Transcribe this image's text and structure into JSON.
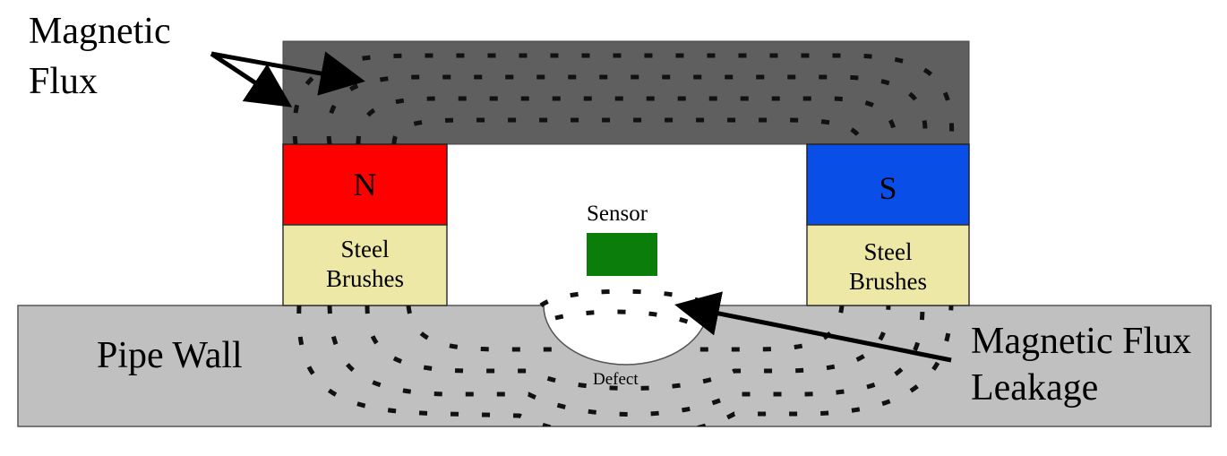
{
  "labels": {
    "magnetic_flux_line1": "Magnetic",
    "magnetic_flux_line2": "Flux",
    "pole_n": "N",
    "pole_s": "S",
    "brush_left_line1": "Steel",
    "brush_left_line2": "Brushes",
    "brush_right_line1": "Steel",
    "brush_right_line2": "Brushes",
    "sensor": "Sensor",
    "pipe_wall": "Pipe Wall",
    "defect": "Defect",
    "leakage_line1": "Magnetic Flux",
    "leakage_line2": "Leakage"
  },
  "colors": {
    "yoke": "#5f5f5f",
    "north_pole": "#ff0000",
    "south_pole": "#0a4ee8",
    "brushes": "#eee8a6",
    "sensor": "#0b7d0b",
    "pipe_wall": "#c0c0c0",
    "flux_dash": "#111111"
  }
}
